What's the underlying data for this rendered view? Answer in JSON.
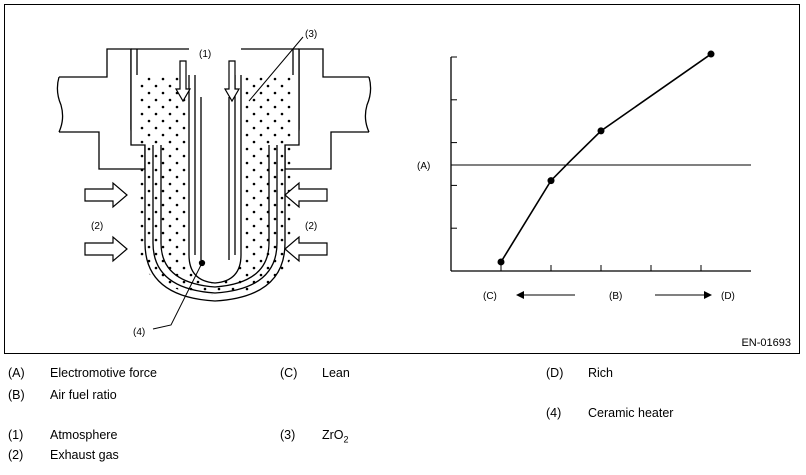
{
  "figure": {
    "id": "EN-01693",
    "sensor_labels": {
      "atmosphere": "(1)",
      "zro2": "(3)",
      "exhaust_left": "(2)",
      "exhaust_right": "(2)",
      "heater": "(4)"
    },
    "graph_labels": {
      "y_axis": "(A)",
      "lean": "(C)",
      "ratio": "(B)",
      "rich": "(D)"
    }
  },
  "chart_data": {
    "type": "line",
    "ylabel": "(A)",
    "xlabel": "(B)",
    "reference_line": true,
    "x_ticks": 5,
    "y_ticks": 5,
    "x": [
      1.0,
      2.0,
      2.4,
      3.0,
      5.2
    ],
    "y": [
      0.2,
      2.0,
      2.45,
      3.1,
      4.8
    ],
    "xlim": [
      0,
      6
    ],
    "ylim": [
      0,
      5
    ]
  },
  "legend": {
    "A": {
      "key": "(A)",
      "text": "Electromotive force"
    },
    "B": {
      "key": "(B)",
      "text": "Air fuel ratio"
    },
    "C": {
      "key": "(C)",
      "text": "Lean"
    },
    "D": {
      "key": "(D)",
      "text": "Rich"
    },
    "one": {
      "key": "(1)",
      "text": "Atmosphere"
    },
    "two": {
      "key": "(2)",
      "text": "Exhaust gas"
    },
    "three": {
      "key": "(3)",
      "text_main": "ZrO",
      "text_sub": "2"
    },
    "four": {
      "key": "(4)",
      "text": "Ceramic heater"
    }
  }
}
